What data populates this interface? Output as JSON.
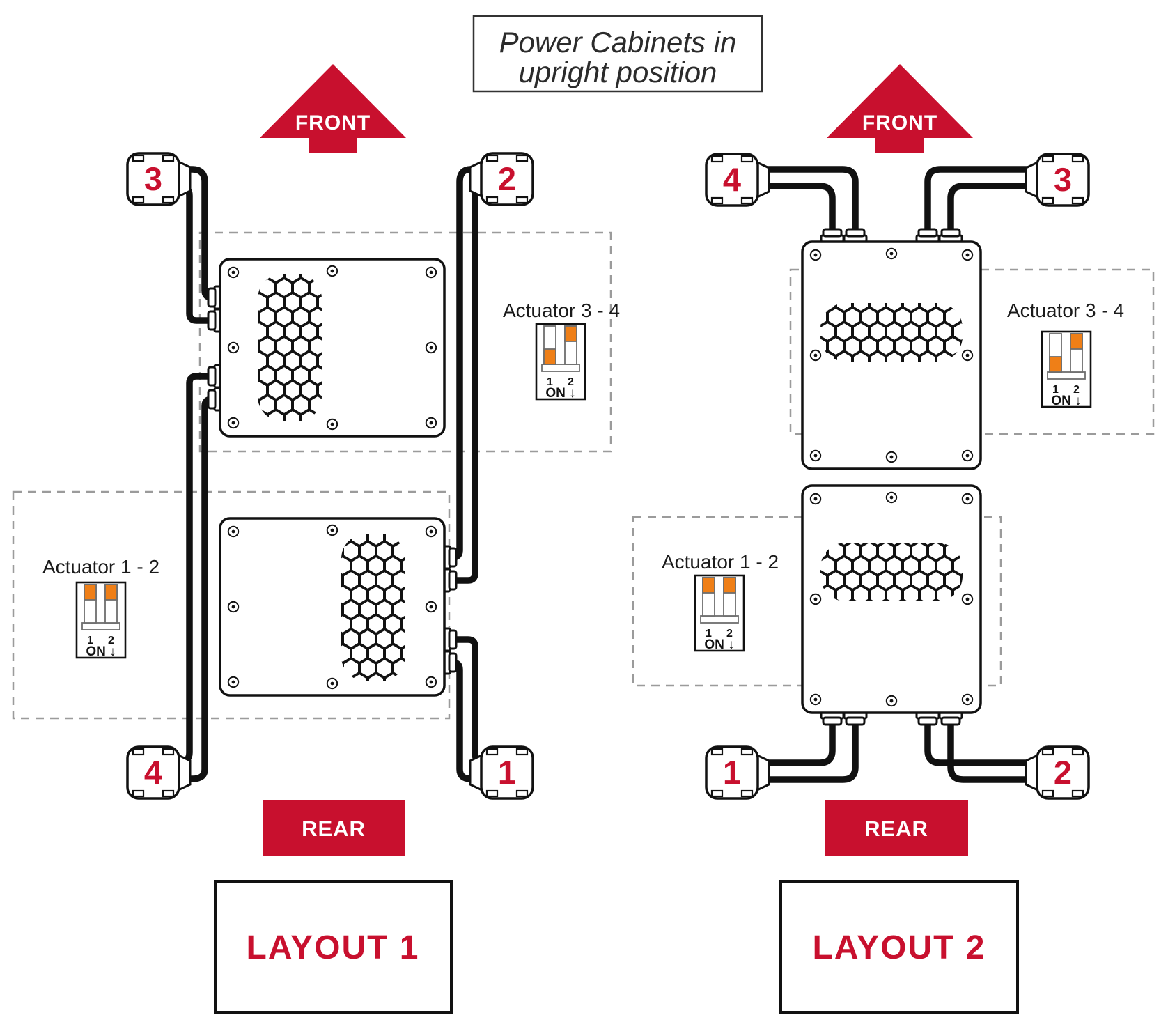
{
  "title": {
    "line1": "Power Cabinets in",
    "line2": "upright position"
  },
  "colors": {
    "accent_red": "#c8102e",
    "switch_orange": "#ef7f17"
  },
  "layout1": {
    "name": "LAYOUT 1",
    "front_label": "FRONT",
    "rear_label": "REAR",
    "connector_top_left": "3",
    "connector_top_right": "2",
    "connector_bottom_left": "4",
    "connector_bottom_right": "1",
    "actuator34": {
      "label": "Actuator 3 - 4",
      "pin1": "1",
      "pin2": "2",
      "on_label": "ON ↓",
      "switch1": "down",
      "switch2": "up"
    },
    "actuator12": {
      "label": "Actuator 1 - 2",
      "pin1": "1",
      "pin2": "2",
      "on_label": "ON ↓",
      "switch1": "up",
      "switch2": "up"
    }
  },
  "layout2": {
    "name": "LAYOUT 2",
    "front_label": "FRONT",
    "rear_label": "REAR",
    "connector_top_left": "4",
    "connector_top_right": "3",
    "connector_bottom_left": "1",
    "connector_bottom_right": "2",
    "actuator34": {
      "label": "Actuator 3 - 4",
      "pin1": "1",
      "pin2": "2",
      "on_label": "ON ↓",
      "switch1": "down",
      "switch2": "up"
    },
    "actuator12": {
      "label": "Actuator 1 - 2",
      "pin1": "1",
      "pin2": "2",
      "on_label": "ON ↓",
      "switch1": "up",
      "switch2": "up"
    }
  }
}
